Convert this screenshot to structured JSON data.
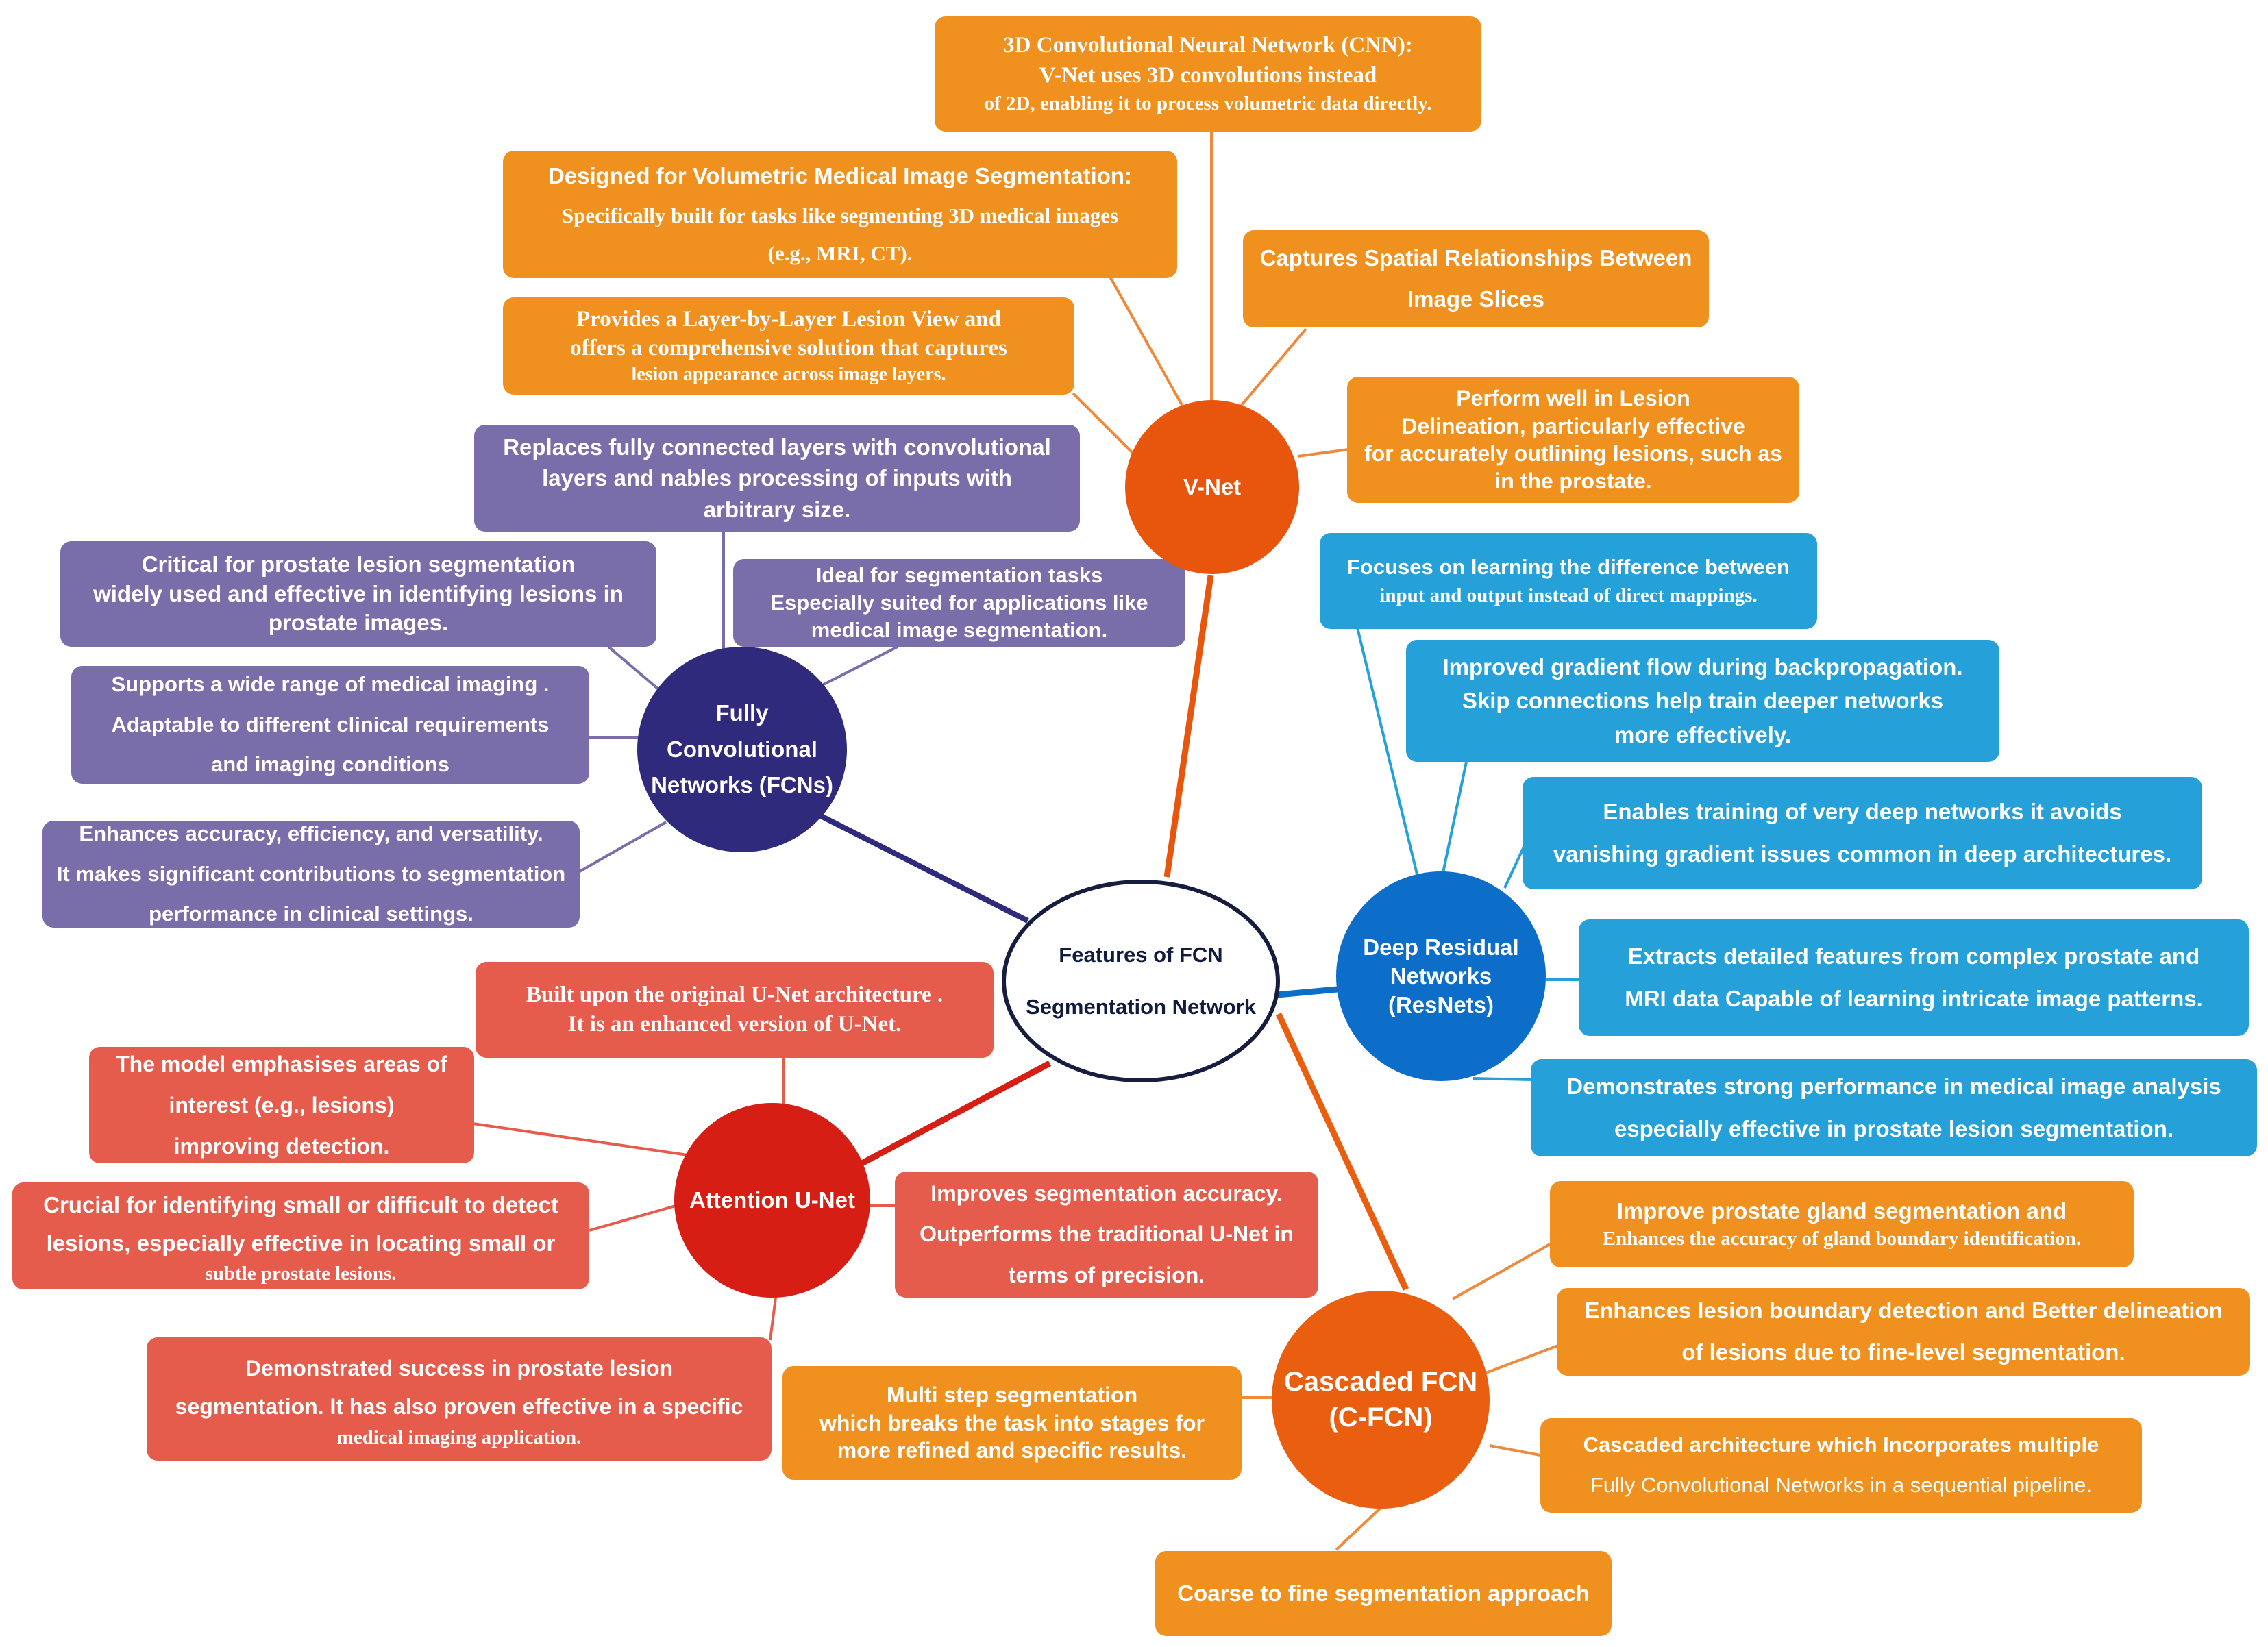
{
  "center": {
    "lines": [
      "Features of FCN",
      "Segmentation Network"
    ]
  },
  "hubs": {
    "vnet": {
      "lines": [
        "V-Net"
      ],
      "color": "#e8560e"
    },
    "fcn": {
      "lines": [
        "Fully",
        "Convolutional",
        "Networks (FCNs)"
      ],
      "color": "#302a7c"
    },
    "resnet": {
      "lines": [
        "Deep Residual",
        "Networks",
        "(ResNets)"
      ],
      "color": "#0c6ec8"
    },
    "attention": {
      "lines": [
        "Attention U-Net"
      ],
      "color": "#d61e14"
    },
    "cascaded": {
      "lines": [
        "Cascaded FCN",
        "(C-FCN)"
      ],
      "color": "#ea5e10"
    }
  },
  "vnet": {
    "cnn_3d": [
      "3D Convolutional Neural Network (CNN):",
      "V-Net uses 3D convolutions instead",
      "of 2D, enabling it to process volumetric data directly."
    ],
    "volumetric": [
      "Designed for Volumetric Medical Image Segmentation:",
      "Specifically built for tasks like segmenting 3D medical images",
      "(e.g., MRI, CT)."
    ],
    "spatial": [
      "Captures Spatial Relationships Between",
      "Image Slices"
    ],
    "layer_view": [
      "Provides a Layer-by-Layer Lesion View and",
      "offers a comprehensive solution that captures",
      "lesion appearance across image layers."
    ],
    "delineation": [
      "Perform well in Lesion",
      "Delineation, particularly effective",
      "for accurately outlining lesions, such as",
      "in the prostate."
    ]
  },
  "fcn": {
    "replaces": [
      "Replaces fully connected layers with convolutional",
      "layers and nables processing of inputs  with",
      "arbitrary size."
    ],
    "critical": [
      "Critical for prostate lesion segmentation",
      "widely used and effective in identifying lesions in",
      "prostate images."
    ],
    "ideal": [
      "Ideal for segmentation tasks",
      "Especially suited for applications like",
      "medical image segmentation."
    ],
    "supports": [
      "Supports a wide range of medical imaging .",
      "Adaptable to different clinical requirements",
      "and imaging conditions"
    ],
    "enhances": [
      "Enhances accuracy, efficiency, and versatility.",
      "It makes significant contributions to segmentation",
      "performance in clinical settings."
    ]
  },
  "resnet": {
    "difference": [
      "Focuses on learning the difference between",
      "input and output instead of direct mappings."
    ],
    "gradient": [
      "Improved gradient flow during backpropagation.",
      "Skip connections help train deeper networks",
      "more effectively."
    ],
    "deep": [
      "Enables training of very deep networks it avoids",
      "vanishing gradient issues common in deep architectures."
    ],
    "features": [
      "Extracts detailed features from complex prostate and",
      "MRI data  Capable of learning intricate image patterns."
    ],
    "performance": [
      "Demonstrates strong performance in medical image analysis",
      "especially effective in prostate lesion segmentation."
    ]
  },
  "attention": {
    "built": [
      "Built upon the original U-Net architecture .",
      "It is an enhanced version of U-Net."
    ],
    "emphasises": [
      "The model emphasises areas of",
      "interest (e.g., lesions)",
      "improving detection."
    ],
    "crucial": [
      "Crucial for identifying small or difficult to detect",
      "lesions, especially effective in locating small or",
      "subtle prostate lesions."
    ],
    "improves": [
      "Improves segmentation accuracy.",
      "Outperforms the traditional U-Net in",
      "terms of precision."
    ],
    "demonstrated": [
      "Demonstrated success in prostate lesion",
      "segmentation. It has also proven effective in a specific",
      "medical imaging application."
    ]
  },
  "cascaded": {
    "gland": [
      "Improve prostate gland segmentation and",
      "Enhances the accuracy of gland boundary identification."
    ],
    "boundary": [
      "Enhances lesion boundary detection and Better delineation",
      "of lesions due to fine-level segmentation."
    ],
    "multistep": [
      "Multi step segmentation",
      "which breaks the task into stages for",
      "more refined and specific results."
    ],
    "architecture": [
      "Cascaded architecture which Incorporates multiple",
      "Fully Convolutional  Networks  in a sequential pipeline."
    ],
    "coarse": [
      "Coarse to fine segmentation approach"
    ]
  },
  "colors": {
    "vnet_box": "#f0901e",
    "fcn_box": "#7a6eaa",
    "resnet_box": "#26a0d8",
    "attention_box": "#e65c4c",
    "cascaded_box": "#f0901e",
    "center_border": "#161d3e"
  }
}
